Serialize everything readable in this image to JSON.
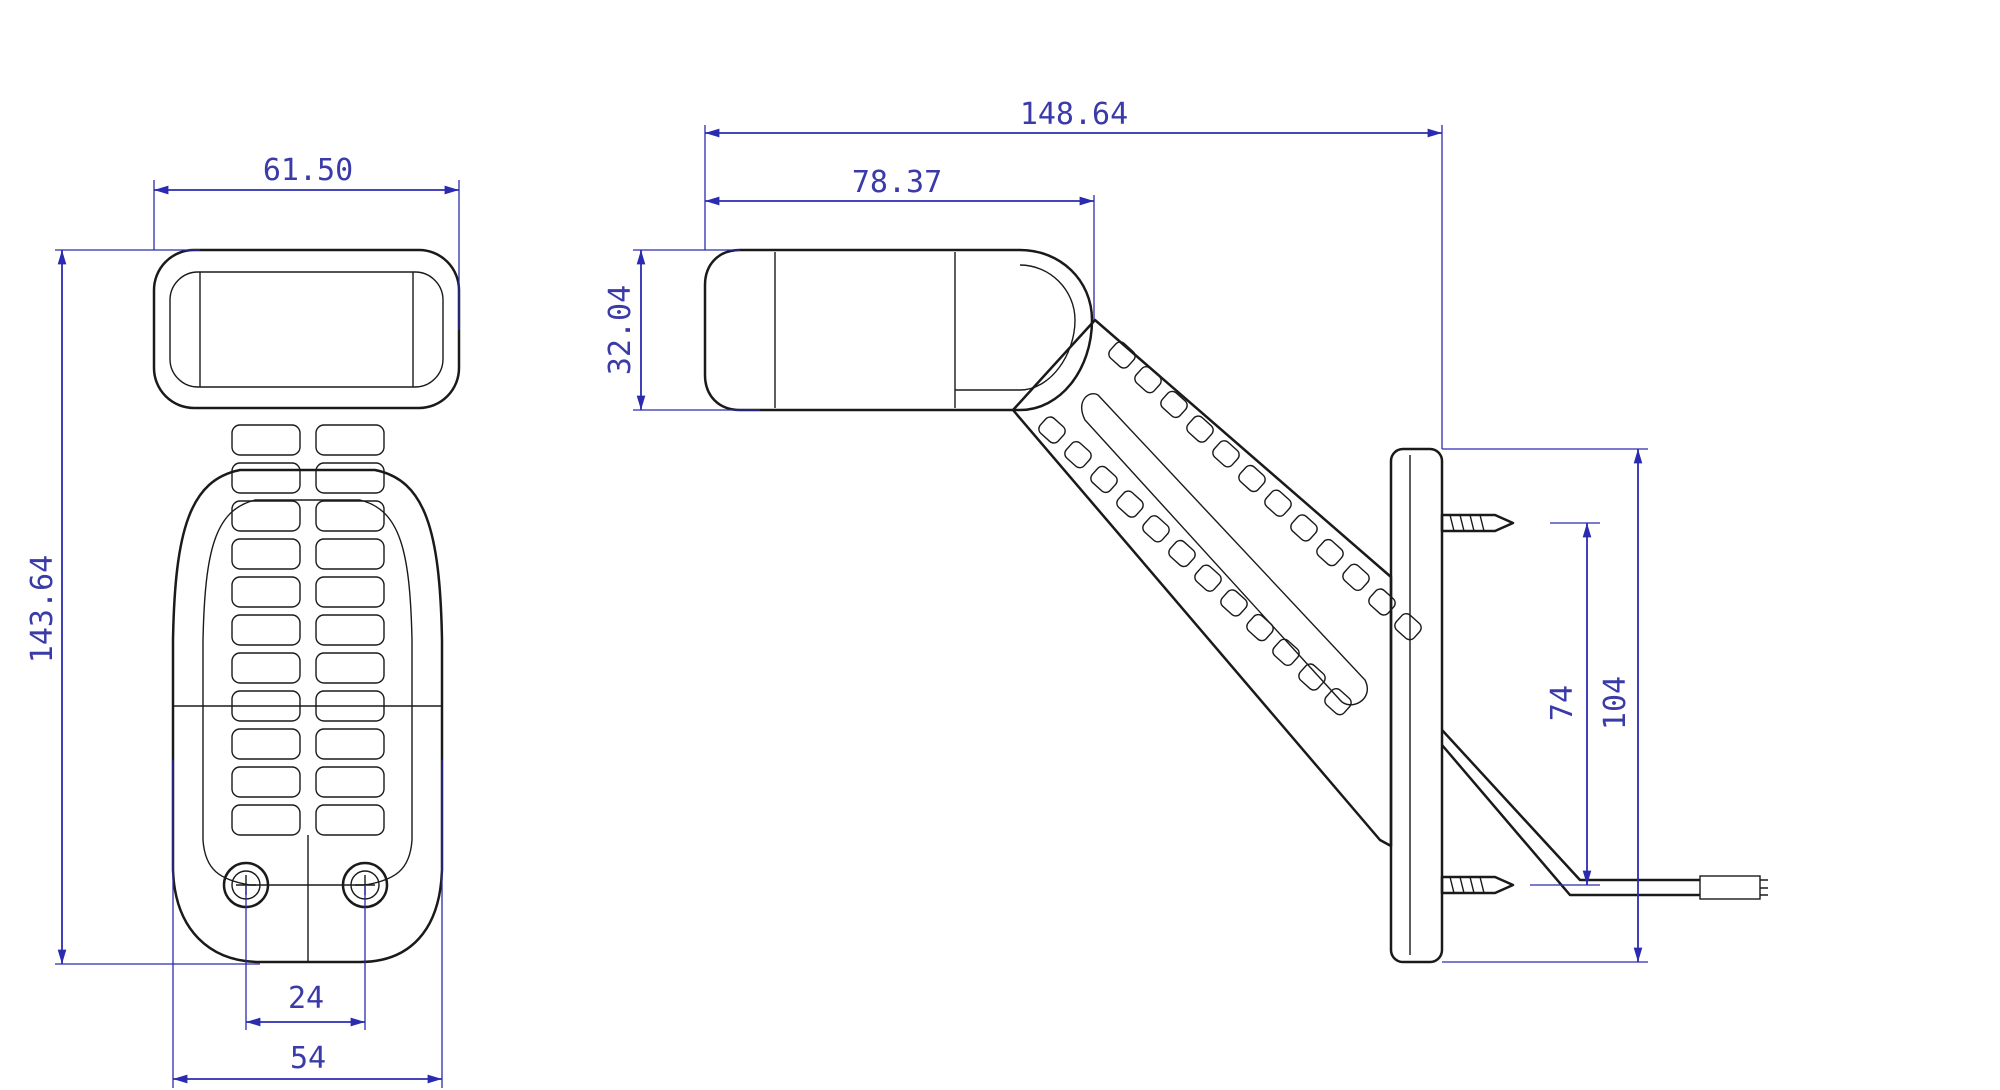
{
  "drawing": {
    "front_view": {
      "width_top": "61.50",
      "height": "143.64",
      "hole_spacing": "24",
      "base_width": "54"
    },
    "side_view": {
      "overall_length": "148.64",
      "head_length": "78.37",
      "head_height": "32.04",
      "screw_spacing": "74",
      "plate_height": "104"
    },
    "colors": {
      "dimension": "#2b2bb0",
      "outline": "#1a1a1a"
    }
  }
}
